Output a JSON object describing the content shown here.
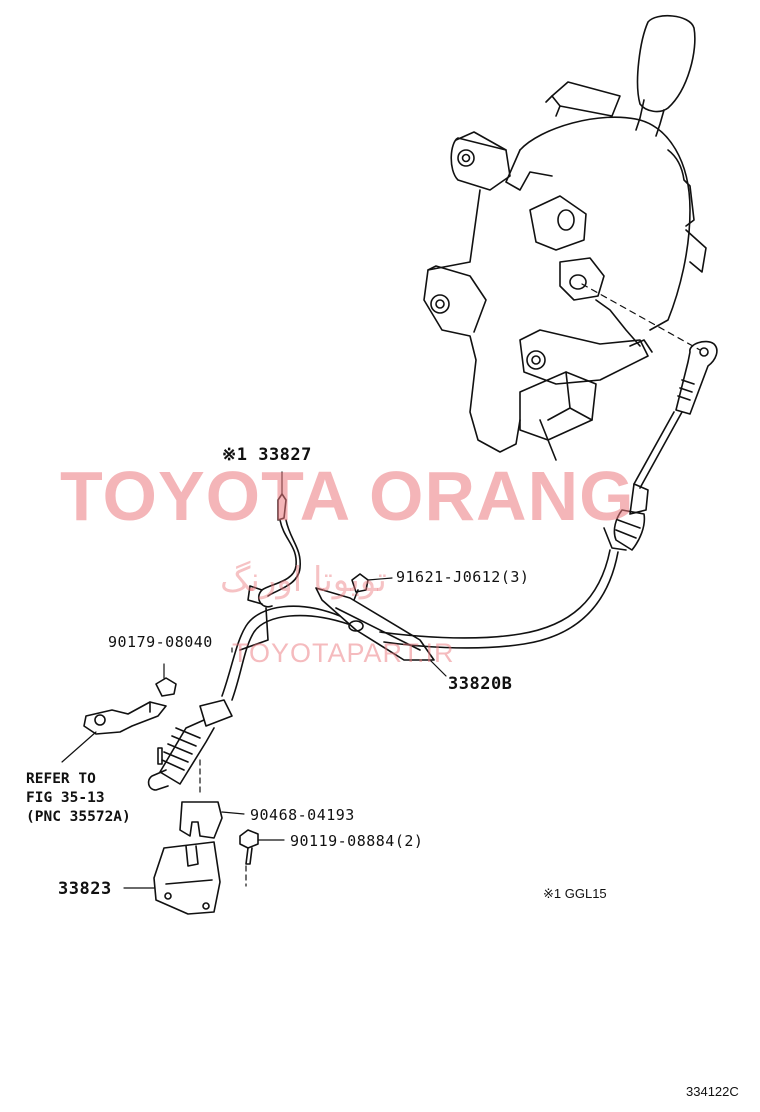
{
  "diagram": {
    "parts": {
      "p33827": "※1 33827",
      "p91621": "91621-J0612(3)",
      "p90179": "90179-08040",
      "p33820B": "33820B",
      "p90468": "90468-04193",
      "p90119": "90119-08884(2)",
      "p33823": "33823"
    },
    "refer_note": [
      "REFER TO",
      "FIG 35-13",
      "(PNC 35572A)"
    ],
    "footnote": "※1 GGL15",
    "figure_code": "334122C"
  },
  "watermark": {
    "main": "TOYOTA ORANG",
    "persian": "تویوتا اورنگ",
    "url": "TOYOTAPART.IR",
    "color": "#eb787d"
  }
}
